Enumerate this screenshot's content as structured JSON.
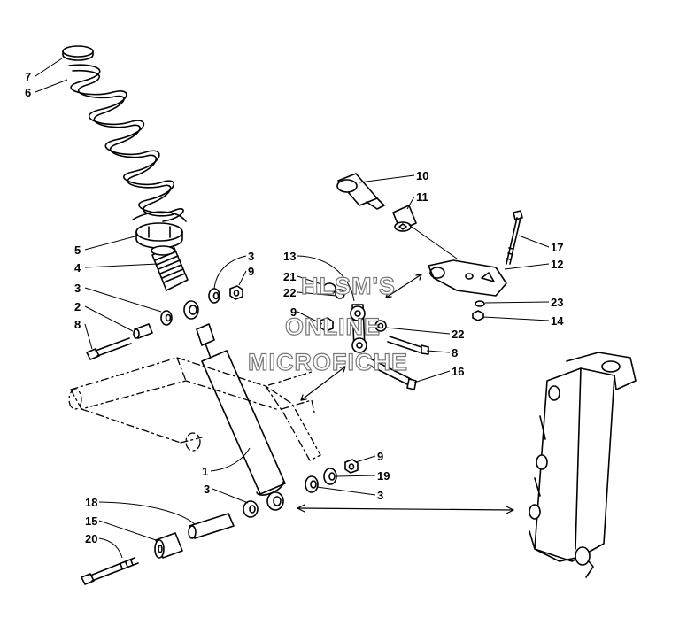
{
  "watermark": {
    "line1": "HLSM'S",
    "line2": "ONLINE",
    "line3": "MICROFICHE"
  },
  "callouts": {
    "c7": "7",
    "c6": "6",
    "c5": "5",
    "c4": "4",
    "c3a": "3",
    "c9a": "9",
    "c3b": "3",
    "c2": "2",
    "c8a": "8",
    "c10": "10",
    "c11": "11",
    "c17": "17",
    "c12": "12",
    "c13": "13",
    "c21": "21",
    "c22a": "22",
    "c9b": "9",
    "c23": "23",
    "c14": "14",
    "c22b": "22",
    "c8b": "8",
    "c16": "16",
    "c1": "1",
    "c9c": "9",
    "c19": "19",
    "c3c": "3",
    "c3d": "3",
    "c18": "18",
    "c15": "15",
    "c20": "20"
  }
}
